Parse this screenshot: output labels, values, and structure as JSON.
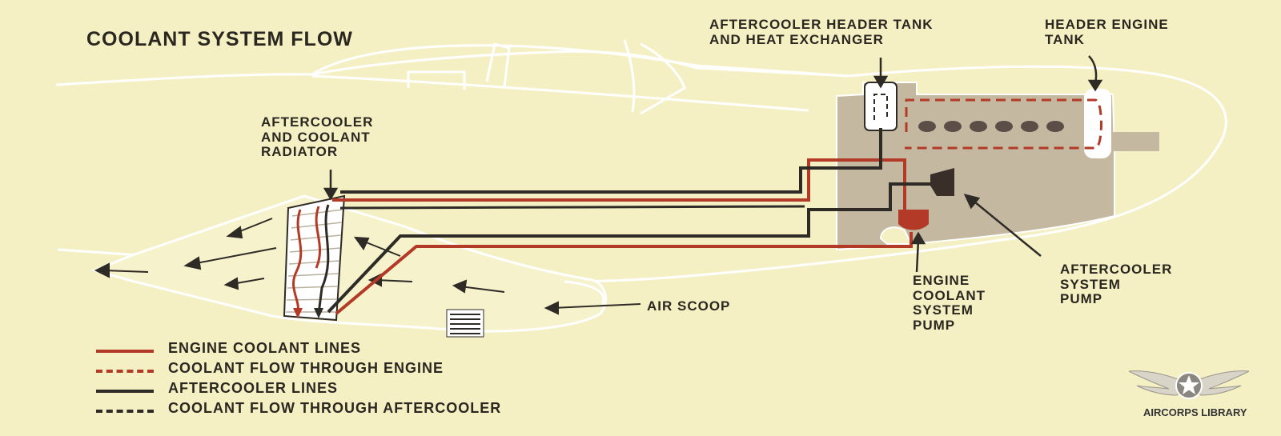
{
  "title": "COOLANT SYSTEM FLOW",
  "labels": {
    "aftercooler_header_tank": [
      "AFTERCOOLER HEADER TANK",
      "AND HEAT EXCHANGER"
    ],
    "header_engine_tank": [
      "HEADER ENGINE",
      "TANK"
    ],
    "aftercooler_radiator": [
      "AFTERCOOLER",
      "AND COOLANT",
      "RADIATOR"
    ],
    "air_scoop": "AIR SCOOP",
    "engine_coolant_pump": [
      "ENGINE",
      "COOLANT",
      "SYSTEM",
      "PUMP"
    ],
    "aftercooler_pump": [
      "AFTERCOOLER",
      "SYSTEM",
      "PUMP"
    ]
  },
  "legend": [
    {
      "label": "ENGINE COOLANT LINES",
      "color": "#b33a26",
      "style": "solid"
    },
    {
      "label": "COOLANT FLOW THROUGH ENGINE",
      "color": "#b33a26",
      "style": "dashed"
    },
    {
      "label": "AFTERCOOLER LINES",
      "color": "#2e2a26",
      "style": "solid"
    },
    {
      "label": "COOLANT FLOW THROUGH AFTERCOOLER",
      "color": "#2e2a26",
      "style": "dashed"
    }
  ],
  "logo_text": "AIRCORPS LIBRARY",
  "colors": {
    "background": "#f4f0c4",
    "engine_coolant": "#b33a26",
    "aftercooler": "#2e2a26",
    "engine_block": "#c4b8a0",
    "outline": "#ffffff",
    "text": "#2a2620"
  }
}
